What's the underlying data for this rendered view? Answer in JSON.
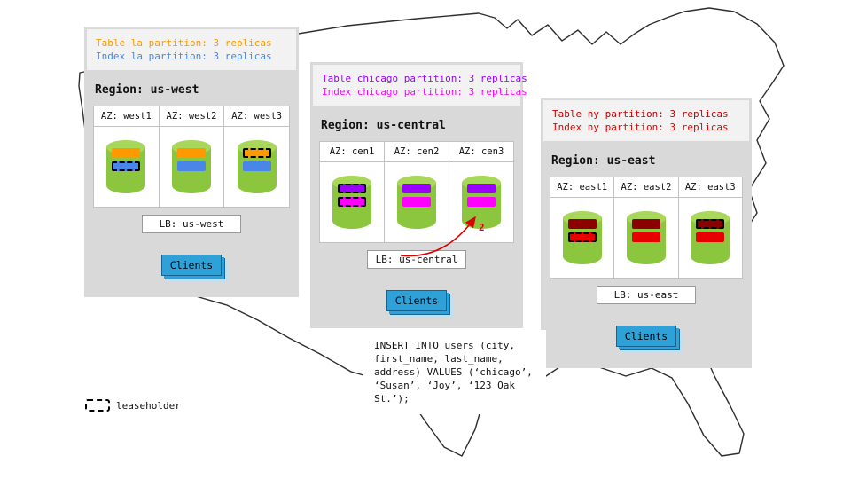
{
  "legend": {
    "label": "leaseholder"
  },
  "step_label": "2",
  "sql_box": {
    "text": "INSERT INTO users (city,\nfirst_name, last_name,\naddress) VALUES (‘chicago’,\n‘Susan’, ‘Joy’, ‘123 Oak\nSt.’);"
  },
  "colors": {
    "table_la": "#FF9900",
    "index_la": "#4A86E8",
    "table_chicago": "#9900FF",
    "index_chicago": "#FF00FF",
    "table_ny": "#8B0000",
    "index_ny": "#E60000",
    "cylinder_body": "#8CC63F",
    "cylinder_top": "#A8D75A",
    "clients_blue": "#2FA1D9",
    "arrow_red": "#DD0000"
  },
  "regions": [
    {
      "id": "us-west",
      "annotation": [
        {
          "text": "Table la partition: 3 replicas",
          "color": "#FF9900"
        },
        {
          "text": "Index la partition: 3 replicas",
          "color": "#4A86E8"
        }
      ],
      "title": "Region: us-west",
      "azs": [
        {
          "label": "AZ: west1",
          "bars": [
            {
              "color": "#FF9900",
              "leaseholder": false
            },
            {
              "color": "#4A86E8",
              "leaseholder": true
            }
          ]
        },
        {
          "label": "AZ: west2",
          "bars": [
            {
              "color": "#FF9900",
              "leaseholder": false
            },
            {
              "color": "#4A86E8",
              "leaseholder": false
            }
          ]
        },
        {
          "label": "AZ: west3",
          "bars": [
            {
              "color": "#FF9900",
              "leaseholder": true
            },
            {
              "color": "#4A86E8",
              "leaseholder": false
            }
          ]
        }
      ],
      "lb_label": "LB: us-west",
      "clients_label": "Clients"
    },
    {
      "id": "us-central",
      "annotation": [
        {
          "text": "Table chicago partition: 3 replicas",
          "color": "#9900FF"
        },
        {
          "text": "Index chicago partition: 3 replicas",
          "color": "#FF00FF"
        }
      ],
      "title": "Region: us-central",
      "azs": [
        {
          "label": "AZ: cen1",
          "bars": [
            {
              "color": "#9900FF",
              "leaseholder": true
            },
            {
              "color": "#FF00FF",
              "leaseholder": true
            }
          ]
        },
        {
          "label": "AZ: cen2",
          "bars": [
            {
              "color": "#9900FF",
              "leaseholder": false
            },
            {
              "color": "#FF00FF",
              "leaseholder": false
            }
          ]
        },
        {
          "label": "AZ: cen3",
          "bars": [
            {
              "color": "#9900FF",
              "leaseholder": false
            },
            {
              "color": "#FF00FF",
              "leaseholder": false
            }
          ]
        }
      ],
      "lb_label": "LB: us-central",
      "clients_label": "Clients"
    },
    {
      "id": "us-east",
      "annotation": [
        {
          "text": "Table ny partition: 3 replicas",
          "color": "#CC0000"
        },
        {
          "text": "Index ny partition: 3 replicas",
          "color": "#E60000"
        }
      ],
      "title": "Region: us-east",
      "azs": [
        {
          "label": "AZ: east1",
          "bars": [
            {
              "color": "#8B0000",
              "leaseholder": false
            },
            {
              "color": "#E60000",
              "leaseholder": true
            }
          ]
        },
        {
          "label": "AZ: east2",
          "bars": [
            {
              "color": "#8B0000",
              "leaseholder": false
            },
            {
              "color": "#E60000",
              "leaseholder": false
            }
          ]
        },
        {
          "label": "AZ: east3",
          "bars": [
            {
              "color": "#8B0000",
              "leaseholder": true
            },
            {
              "color": "#E60000",
              "leaseholder": false
            }
          ]
        }
      ],
      "lb_label": "LB: us-east",
      "clients_label": "Clients"
    }
  ]
}
